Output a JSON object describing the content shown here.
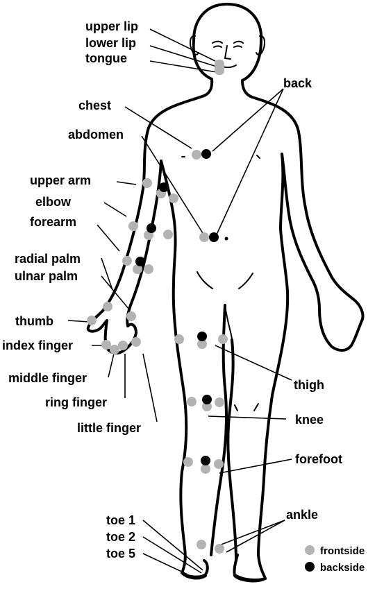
{
  "labels": {
    "upper_lip": "upper lip",
    "lower_lip": "lower lip",
    "tongue": "tongue",
    "back": "back",
    "chest": "chest",
    "abdomen": "abdomen",
    "upper_arm": "upper arm",
    "elbow": "elbow",
    "forearm": "forearm",
    "radial_palm": "radial palm",
    "ulnar_palm": "ulnar palm",
    "thumb": "thumb",
    "index_finger": "index finger",
    "middle_finger": "middle finger",
    "ring_finger": "ring finger",
    "little_finger": "little finger",
    "thigh": "thigh",
    "knee": "knee",
    "forefoot": "forefoot",
    "ankle": "ankle",
    "toe_1": "toe 1",
    "toe_2": "toe 2",
    "toe_5": "toe 5"
  },
  "legend": {
    "frontside": "frontside",
    "backside": "backside"
  },
  "colors": {
    "frontside": "#b3b3b3",
    "backside": "#000000",
    "outline": "#000000"
  }
}
